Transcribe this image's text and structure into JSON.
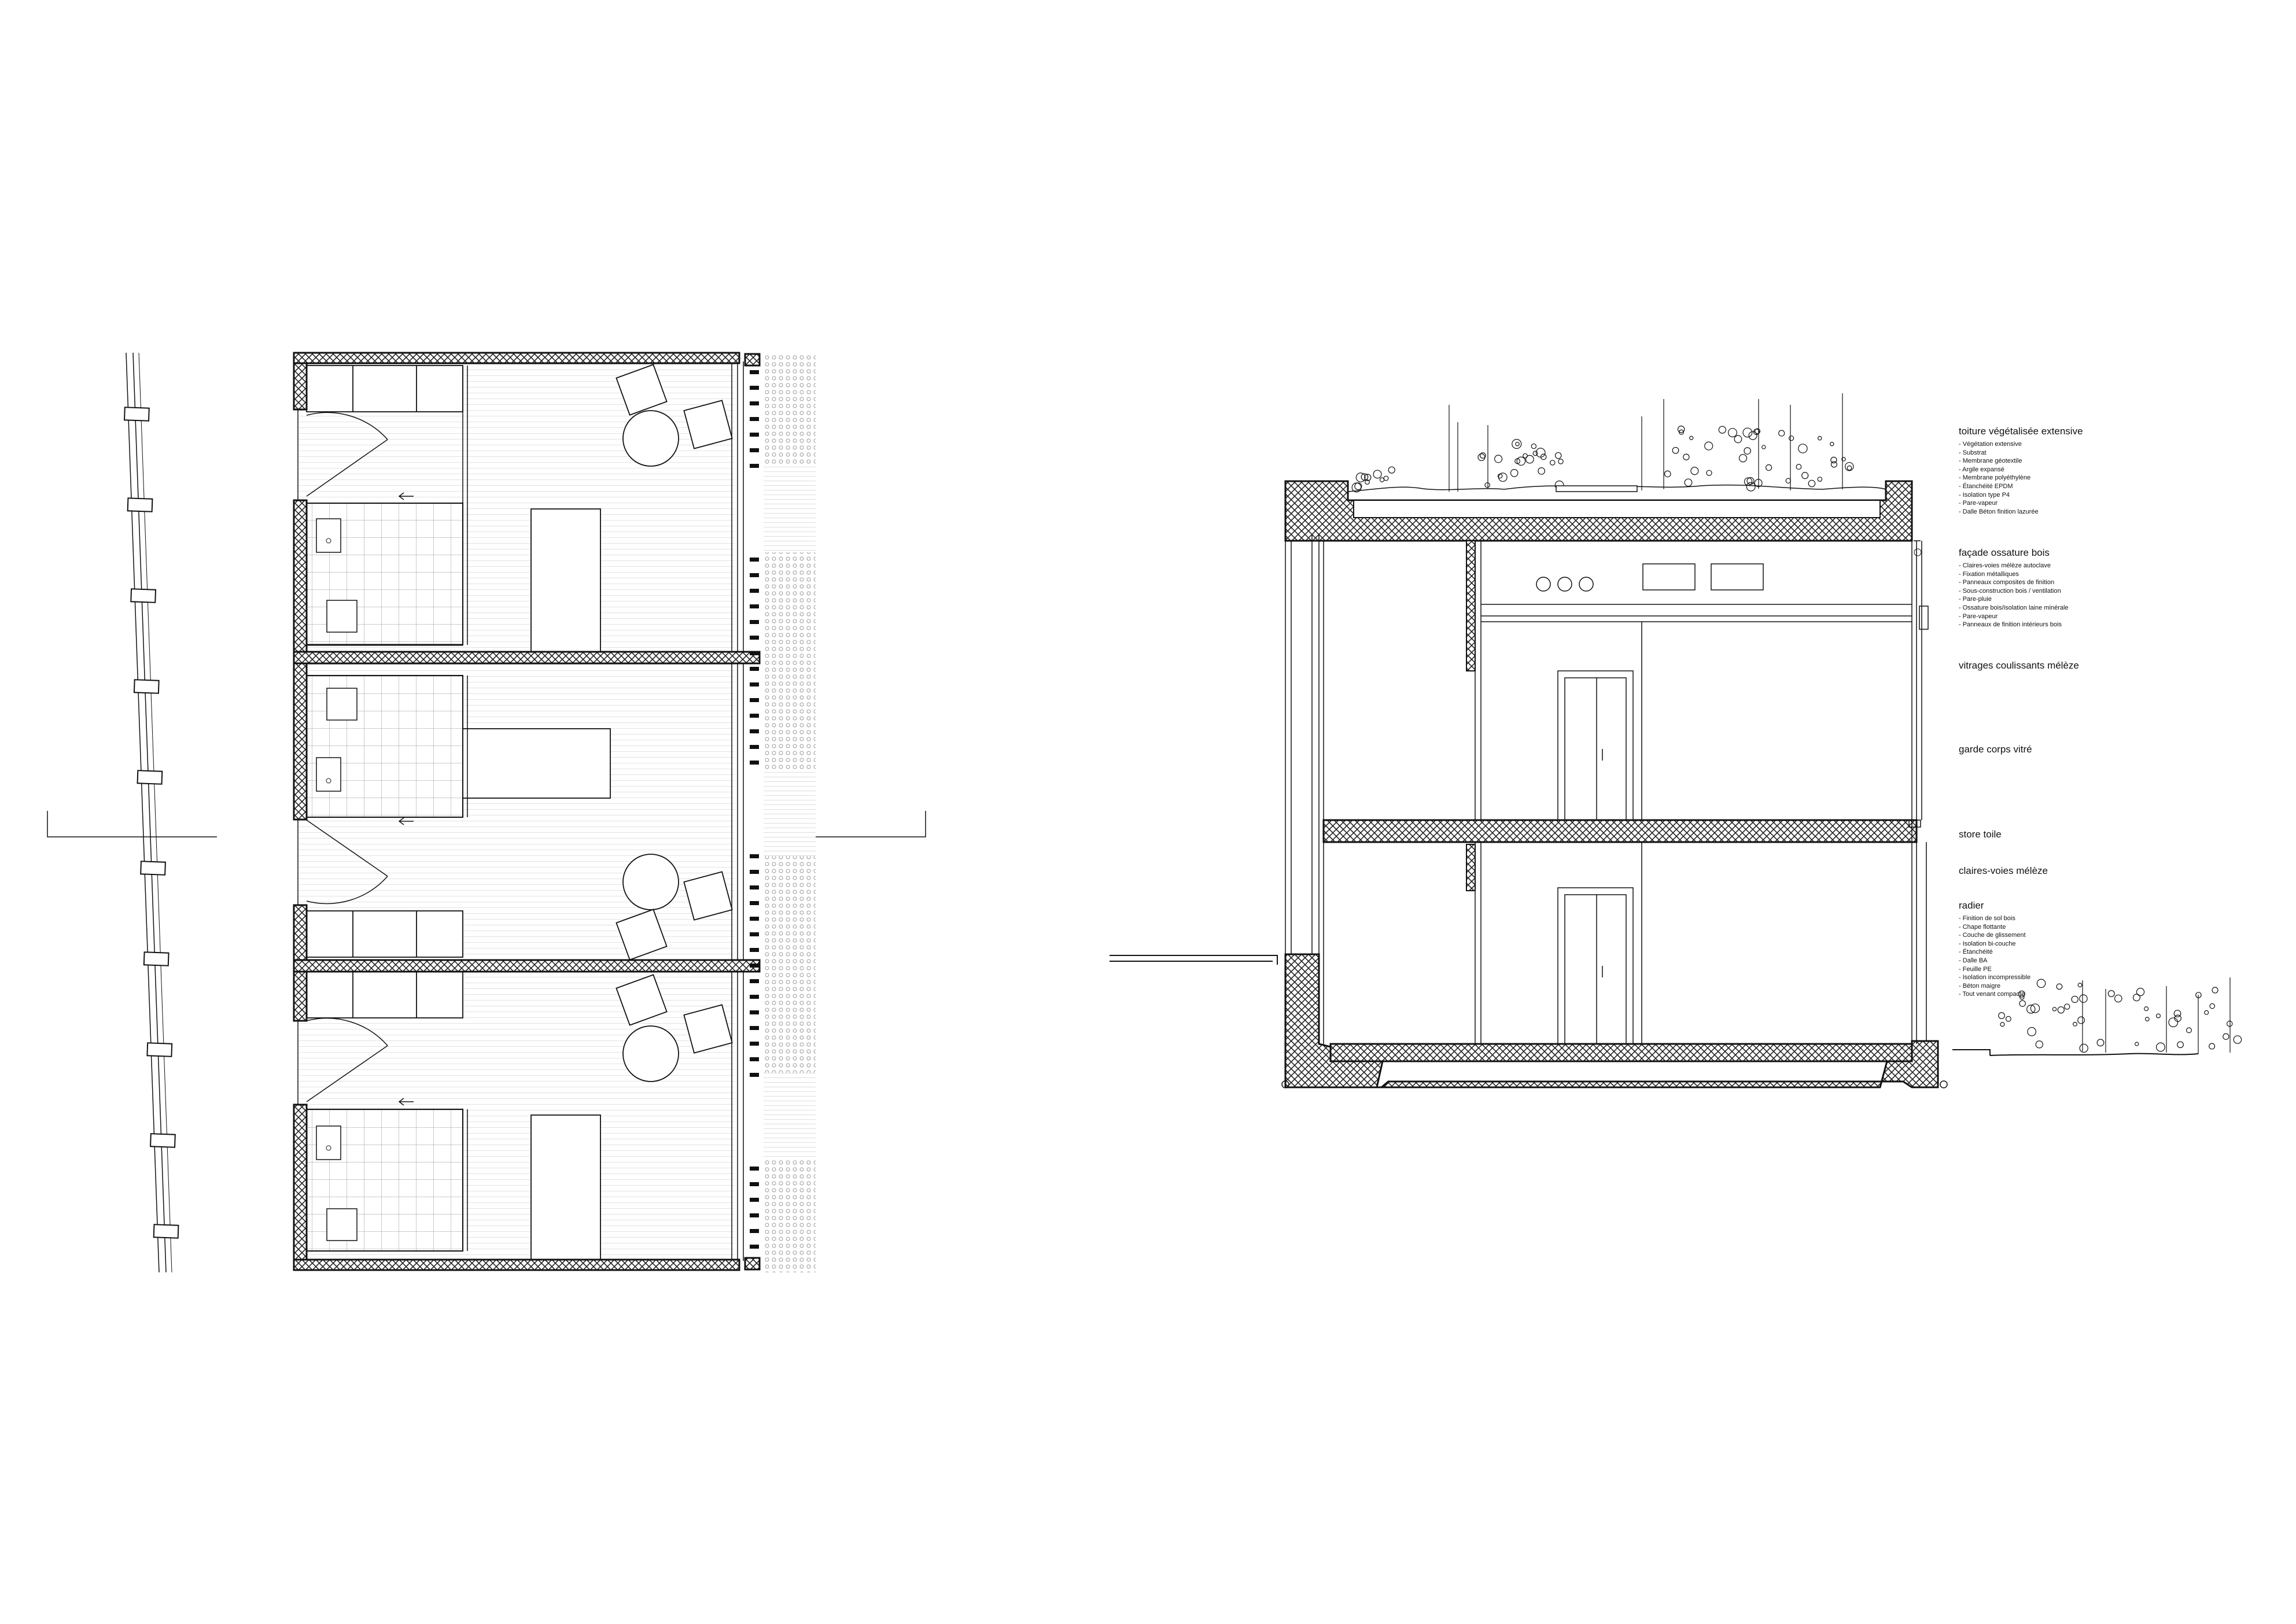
{
  "colors": {
    "line": "#111111",
    "hatch": "#222222",
    "paving": "#9a9a9a",
    "paper": "#ffffff"
  },
  "section": {
    "legend": [
      {
        "title": "toiture végétalisée extensive",
        "items": [
          "- Végétation extensive",
          "- Substrat",
          "- Membrane géotextile",
          "- Argile expansé",
          "- Membrane polyéthylène",
          "- Étanchéité EPDM",
          "- Isolation type P4",
          "- Pare-vapeur",
          "- Dalle Béton finition lazurée"
        ]
      },
      {
        "title": "façade ossature bois",
        "items": [
          "- Claires-voies mélèze autoclave",
          "- Fixation métalliques",
          "- Panneaux composites de finition",
          "- Sous-construction bois / ventilation",
          "- Pare-pluie",
          "- Ossature bois/isolation laine minérale",
          "- Pare-vapeur",
          "- Panneaux de finition intérieurs bois"
        ]
      },
      {
        "title": "vitrages coulissants mélèze",
        "items": []
      },
      {
        "title": "garde corps vitré",
        "items": []
      },
      {
        "title": "store toile",
        "items": []
      },
      {
        "title": "claires-voies mélèze",
        "items": []
      },
      {
        "title": "radier",
        "items": [
          "- Finition de sol bois",
          "- Chape flottante",
          "- Couche de glissement",
          "- Isolation bi-couche",
          "- Étanchéité",
          "- Dalle BA",
          "- Feuille PE",
          "- Isolation incompressible",
          "- Béton maigre",
          "- Tout venant compacté"
        ]
      }
    ]
  }
}
